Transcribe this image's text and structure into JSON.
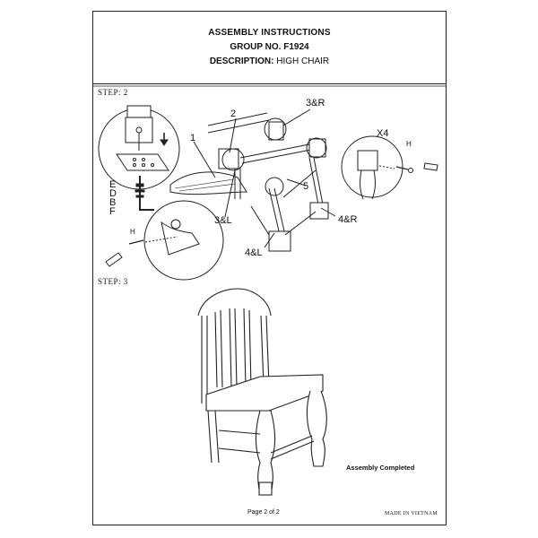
{
  "header": {
    "title": "ASSEMBLY INSTRUCTIONS",
    "group_label": "GROUP NO. F1924",
    "description_label": "DESCRIPTION:",
    "description_value": "HIGH CHAIR"
  },
  "step2": {
    "label": "STEP: 2",
    "callouts": {
      "part_1": "1",
      "part_2": "2",
      "part_3R": "3&R",
      "part_3L": "3&L",
      "part_4R": "4&R",
      "part_4L": "4&L",
      "part_5": "5",
      "quantity": "X4",
      "hardware_h_right": "H",
      "hardware_h_left": "H",
      "hw_E": "E",
      "hw_D": "D",
      "hw_B": "B",
      "hw_F": "F"
    }
  },
  "step3": {
    "label": "STEP: 3",
    "completed_text": "Assembly Completed"
  },
  "footer": {
    "page": "Page 2 of 2",
    "made_in": "MADE IN VIETNAM"
  }
}
